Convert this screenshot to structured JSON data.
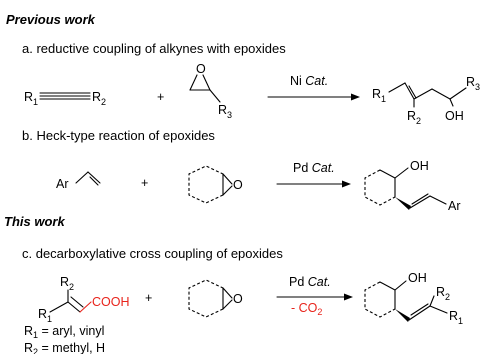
{
  "headings": {
    "previous": "Previous work",
    "this_work": "This work"
  },
  "sections": {
    "a": "a. reductive coupling of alkynes with epoxides",
    "b": "b. Heck-type reaction of epoxides",
    "c": "c. decarboxylative cross coupling of epoxides"
  },
  "labels": {
    "R": "R",
    "n1": "1",
    "n2": "2",
    "n3": "3",
    "plus": "+",
    "O": "O",
    "OH": "OH",
    "Ar": "Ar",
    "COOH": "COOH"
  },
  "reagents": {
    "a_metal": "Ni ",
    "b_metal": "Pd ",
    "c_metal": "Pd ",
    "cat": "Cat.",
    "minus": "- CO",
    "co2_sub": "2"
  },
  "notes": {
    "r1_eq": " = aryl, vinyl",
    "r2_eq": " = methyl, H"
  },
  "colors": {
    "accent_red": "#e8241c"
  }
}
